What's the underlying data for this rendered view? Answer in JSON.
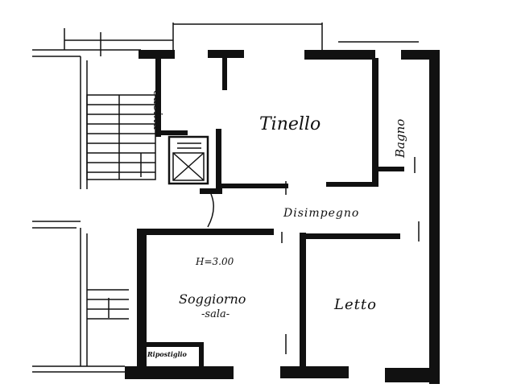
{
  "rooms": {
    "cucina": "cucina",
    "tinello": "Tinello",
    "bagno": "Bagno",
    "disimpegno": "Disimpegno",
    "height_note": "H=3.00",
    "soggiorno": "Soggiorno",
    "sala": "-sala-",
    "letto": "Letto",
    "ripostiglio": "Ripostiglio"
  },
  "colors": {
    "ink": "#111111",
    "paper": "#ffffff"
  }
}
